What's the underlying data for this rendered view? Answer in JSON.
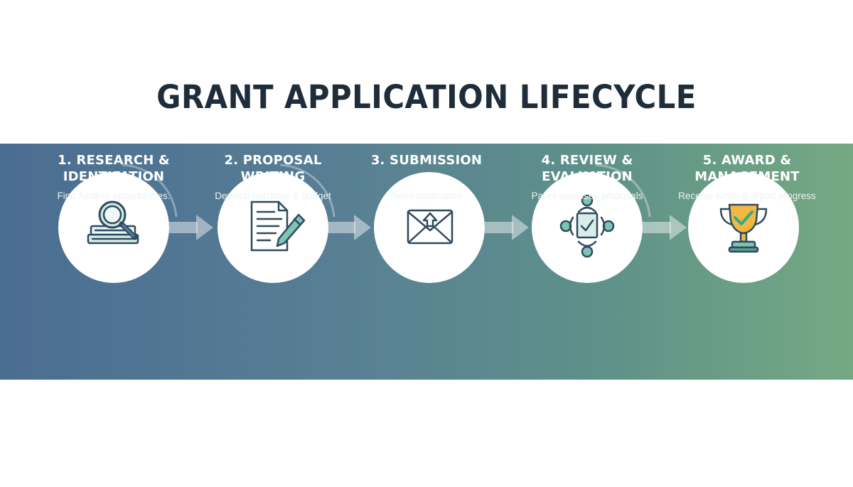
{
  "title": "GRANT APPLICATION LIFECYCLE",
  "colors": {
    "band_start": "#4a6d92",
    "band_end": "#75a983",
    "circle": "#ffffff",
    "icon_dark": "#2f4a5e",
    "icon_accent": "#7ec4b4",
    "trophy_gold": "#f2b940",
    "title": "#1f2d3a"
  },
  "steps": [
    {
      "icon": "magnifier-books-icon",
      "title": "1. RESEARCH &\nIDENTIFATION",
      "desc": "Find funding opportunities."
    },
    {
      "icon": "document-pen-icon",
      "title": "2. PROPOSAL\nWRITING",
      "desc": "Develop narrative & budget"
    },
    {
      "icon": "envelope-upload-icon",
      "title": "3. SUBMISSION",
      "desc": "Send application"
    },
    {
      "icon": "review-panel-icon",
      "title": "4. REVIEW &\nEVALUATION",
      "desc": "Panel assesses proposals"
    },
    {
      "icon": "trophy-check-icon",
      "title": "5. AWARD &\nMANAGEMENT",
      "desc": "Receive funds & report progress"
    }
  ]
}
